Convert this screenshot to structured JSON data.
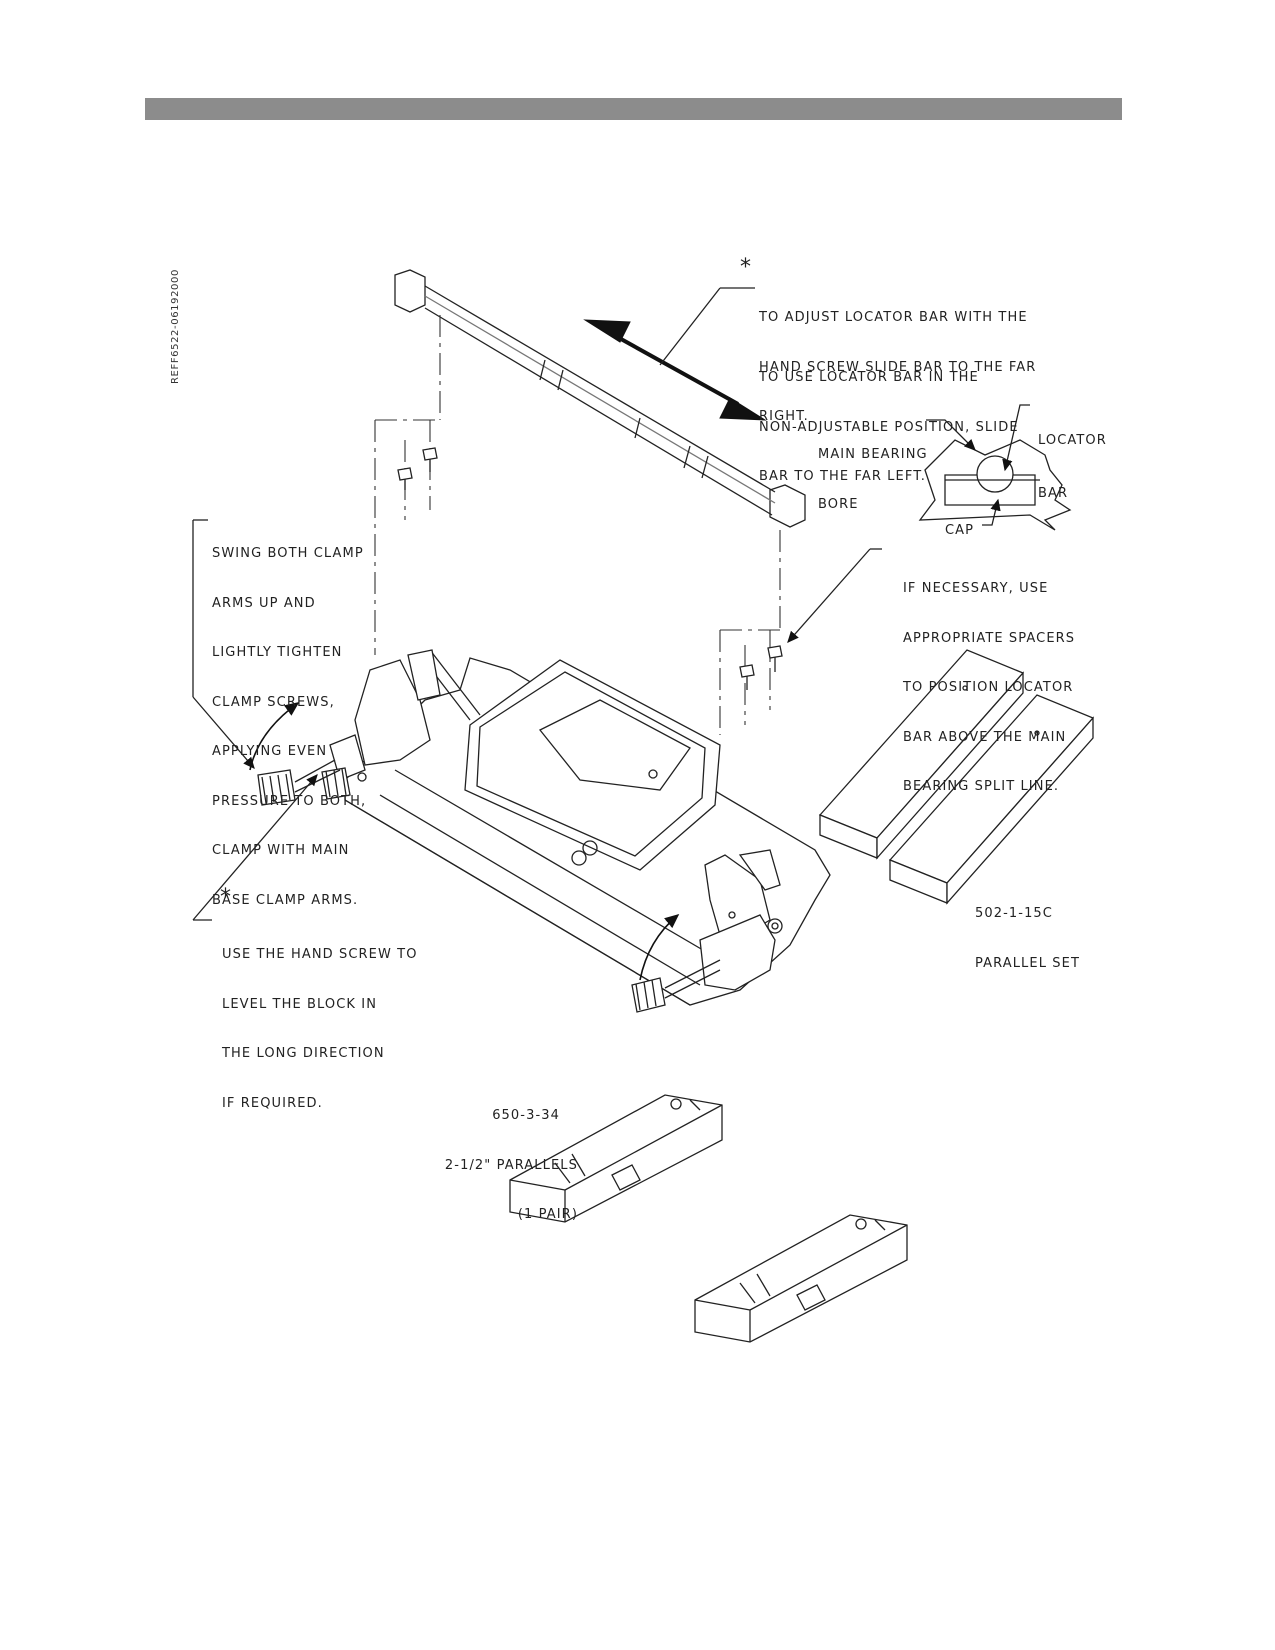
{
  "reference_code": "REFF6522-06192000",
  "header_bar_color": "#8c8c8c",
  "notes": {
    "star_symbol": "*",
    "adjust_locator": [
      "TO ADJUST LOCATOR BAR WITH THE",
      "HAND SCREW SLIDE BAR TO THE FAR",
      "RIGHT."
    ],
    "non_adjustable": [
      "TO USE LOCATOR BAR IN THE",
      "NON-ADJUSTABLE POSITION, SLIDE",
      "BAR TO THE FAR LEFT."
    ],
    "swing_clamp": [
      "SWING BOTH CLAMP",
      "ARMS UP AND",
      "LIGHTLY TIGHTEN",
      "CLAMP SCREWS,",
      "APPLYING EVEN",
      "PRESSURE TO BOTH,",
      "CLAMP WITH MAIN",
      "BASE CLAMP ARMS."
    ],
    "spacers": [
      "IF NECESSARY, USE",
      "APPROPRIATE SPACERS",
      "TO POSITION LOCATOR",
      "BAR ABOVE THE MAIN",
      "BEARING SPLIT LINE."
    ],
    "hand_screw": [
      "USE THE HAND SCREW TO",
      "LEVEL THE BLOCK IN",
      "THE LONG DIRECTION",
      "IF REQUIRED."
    ]
  },
  "detail_labels": {
    "main_bearing_bore": [
      "MAIN BEARING",
      "BORE"
    ],
    "locator_bar": [
      "LOCATOR",
      "BAR"
    ],
    "cap": "CAP"
  },
  "parts": {
    "parallel_set": [
      "502-1-15C",
      "PARALLEL SET"
    ],
    "parallels": [
      "650-3-34",
      "2-1/2\" PARALLELS",
      "(1 PAIR)"
    ]
  }
}
